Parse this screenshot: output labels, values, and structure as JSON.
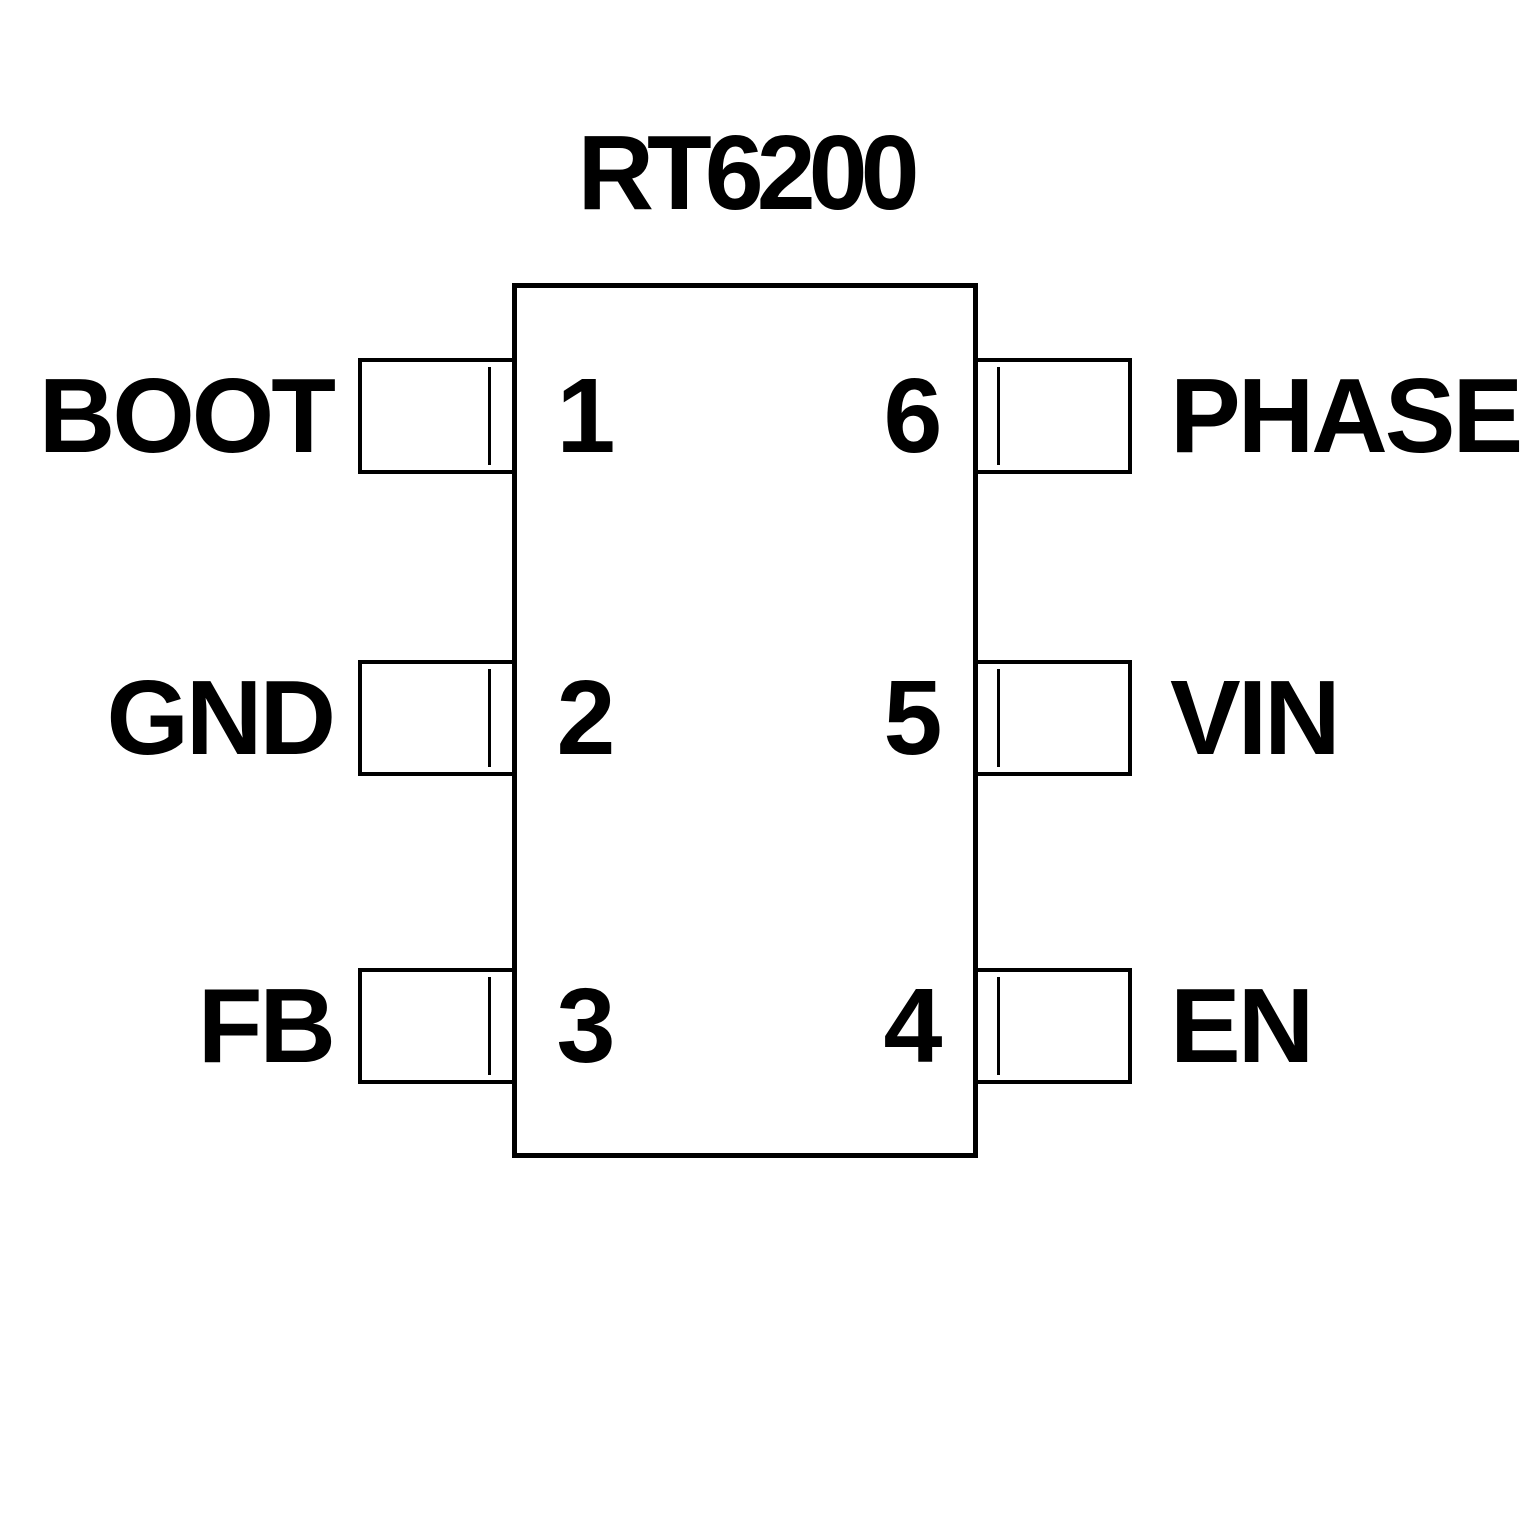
{
  "chip": {
    "title": "RT6200",
    "colors": {
      "ink": "#000000",
      "background": "#ffffff"
    },
    "rows": [
      {
        "left_label": "BOOT",
        "left_number": "1",
        "right_number": "6",
        "right_label": "PHASE"
      },
      {
        "left_label": "GND",
        "left_number": "2",
        "right_number": "5",
        "right_label": "VIN"
      },
      {
        "left_label": "FB",
        "left_number": "3",
        "right_number": "4",
        "right_label": "EN"
      }
    ]
  }
}
